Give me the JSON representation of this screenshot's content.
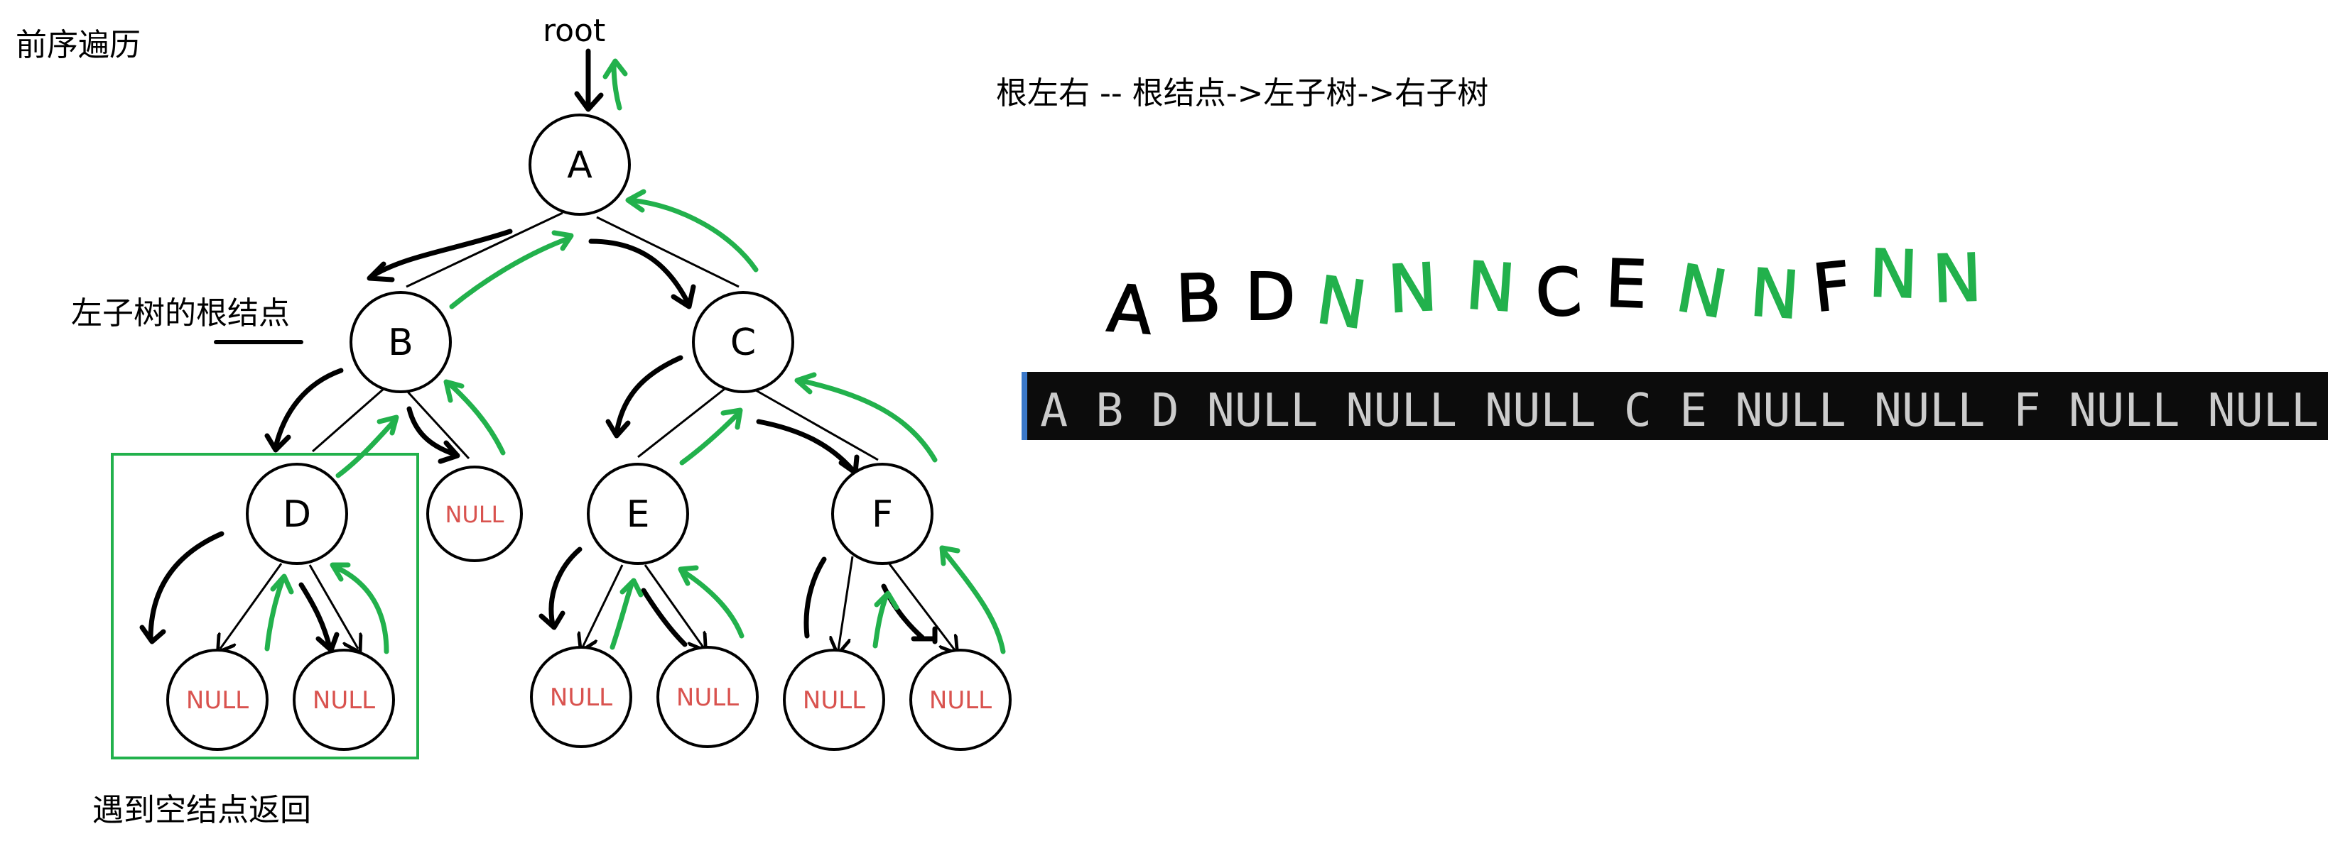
{
  "diagram": {
    "title": "前序遍历",
    "root_label": "root",
    "rule_text": "根左右 -- 根结点->左子树->右子树",
    "left_subtree_note": "左子树的根结点",
    "null_return_note": "遇到空结点返回",
    "nodes": {
      "A": "A",
      "B": "B",
      "C": "C",
      "D": "D",
      "E": "E",
      "F": "F",
      "null_label": "NULL"
    },
    "handwritten_sequence": [
      {
        "t": "A",
        "c": "black"
      },
      {
        "t": "B",
        "c": "black"
      },
      {
        "t": "D",
        "c": "black"
      },
      {
        "t": "N",
        "c": "green"
      },
      {
        "t": "N",
        "c": "green"
      },
      {
        "t": "N",
        "c": "green"
      },
      {
        "t": "C",
        "c": "black"
      },
      {
        "t": "E",
        "c": "black"
      },
      {
        "t": "N",
        "c": "green"
      },
      {
        "t": "N",
        "c": "green"
      },
      {
        "t": "F",
        "c": "black"
      },
      {
        "t": "N",
        "c": "green"
      },
      {
        "t": "N",
        "c": "green"
      }
    ],
    "terminal_output": "A B D NULL NULL NULL C E NULL NULL F NULL NULL",
    "colors": {
      "green": "#22b14c",
      "null_text": "#d9534f",
      "terminal_bg": "#0c0c0c",
      "terminal_text": "#cccccc",
      "terminal_accent": "#3a78c9"
    }
  }
}
